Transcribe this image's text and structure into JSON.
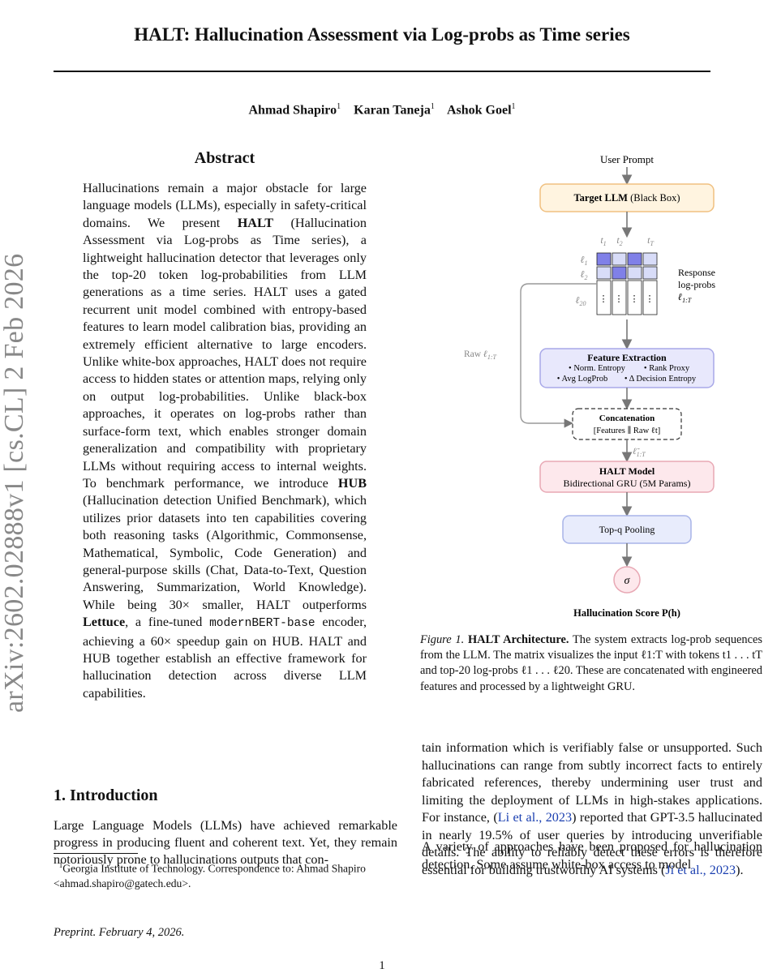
{
  "paper": {
    "title": "HALT: Hallucination Assessment via Log-probs as Time series",
    "authors": [
      {
        "name": "Ahmad Shapiro",
        "affil": "1"
      },
      {
        "name": "Karan Taneja",
        "affil": "1"
      },
      {
        "name": "Ashok Goel",
        "affil": "1"
      }
    ],
    "arxiv_id": "arXiv:2602.02888v1  [cs.CL]  2 Feb 2026"
  },
  "abstract": {
    "heading": "Abstract",
    "text_a": "Hallucinations remain a major obstacle for large language models (LLMs), especially in safety-critical domains. We present ",
    "halt": "HALT",
    "text_b": " (Hallucination Assessment via Log-probs as Time series), a lightweight hallucination detector that leverages only the top-20 token log-probabilities from LLM generations as a time series. HALT uses a gated recurrent unit model combined with entropy-based features to learn model calibration bias, providing an extremely efficient alternative to large encoders. Unlike white-box approaches, HALT does not require access to hidden states or attention maps, relying only on output log-probabilities. Unlike black-box approaches, it operates on log-probs rather than surface-form text, which enables stronger domain generalization and compatibility with proprietary LLMs without requiring access to internal weights. To benchmark performance, we introduce ",
    "hub": "HUB",
    "text_c": " (Hallucination detection Unified Benchmark), which utilizes prior datasets into ten capabilities covering both reasoning tasks (Algorithmic, Commonsense, Mathematical, Symbolic, Code Generation) and general-purpose skills (Chat, Data-to-Text, Question Answering, Summarization, World Knowledge). While being 30× smaller, HALT outperforms ",
    "lettuce": "Lettuce",
    "text_d": ", a fine-tuned ",
    "model": "modernBERT-base",
    "text_e": " encoder, achieving a 60× speedup gain on HUB. HALT and HUB together establish an effective framework for hallucination detection across diverse LLM capabilities."
  },
  "intro": {
    "heading": "1. Introduction",
    "text": "Large Language Models (LLMs) have achieved remarkable progress in producing fluent and coherent text. Yet, they remain notoriously prone to hallucinations outputs that con-"
  },
  "footnote": {
    "mark": "1",
    "text": "Georgia Institute of Technology. Correspondence to: Ahmad Shapiro <ahmad.shapiro@gatech.edu>."
  },
  "preprint": "Preprint. February 4, 2026.",
  "page_number": "1",
  "right_col": {
    "p1_a": "tain information which is verifiably false or unsupported. Such hallucinations can range from subtly incorrect facts to entirely fabricated references, thereby undermining user trust and limiting the deployment of LLMs in high-stakes applications. For instance, (",
    "cite1": "Li et al., 2023",
    "p1_b": ") reported that GPT-3.5 hallucinated in nearly 19.5% of user queries by introducing unverifiable details. The ability to reliably detect these errors is therefore essential for building trustworthy AI systems (",
    "cite2": "Ji et al., 2023",
    "p1_c": ").",
    "p2": "A variety of approaches have been proposed for hallucination detection. Some assume white-box access to model"
  },
  "figure": {
    "user_prompt": "User Prompt",
    "llm_bold": "Target LLM",
    "llm_rest": " (Black Box)",
    "token_labels": [
      "t1",
      "t2",
      "tT"
    ],
    "row_labels": [
      "ℓ1",
      "ℓ2",
      "ℓ20"
    ],
    "response_label": [
      "Response",
      "log-probs",
      "ℓ1:T"
    ],
    "raw_label": "Raw ℓ1:T",
    "feature_title": "Feature Extraction",
    "features": [
      "• Norm. Entropy",
      "• Rank Proxy",
      "• Avg LogProb",
      "• Δ Decision Entropy"
    ],
    "concat_title": "Concatenation",
    "concat_formula": "[Features ∥ Raw ℓt]",
    "ell_tilde": "ℓ̃1:T",
    "model_title": "HALT Model",
    "model_sub": "Bidirectional GRU (5M Params)",
    "pooling": "Top-q Pooling",
    "sigma": "σ",
    "score": "Hallucination Score P(h)",
    "caption_label": "Figure 1.",
    "caption_bold": "HALT Architecture.",
    "caption_text": " The system extracts log-prob sequences from the LLM. The matrix visualizes the input ℓ1:T with tokens t1 . . . tT and top-20 log-probs ℓ1 . . . ℓ20. These are concatenated with engineered features and processed by a lightweight GRU."
  },
  "colors": {
    "llm_box": "#fff4e0",
    "llm_border": "#f0c080",
    "feature_box": "#e8e8fc",
    "feature_border": "#a8a8e8",
    "model_box": "#fde8ec",
    "model_border": "#e8a8b4",
    "pool_box": "#e8ecfc",
    "sigma_box": "#fde8ec",
    "matrix_dark": "#8080e8",
    "matrix_light": "#d8dcf8",
    "cite": "#1a3fb0"
  }
}
